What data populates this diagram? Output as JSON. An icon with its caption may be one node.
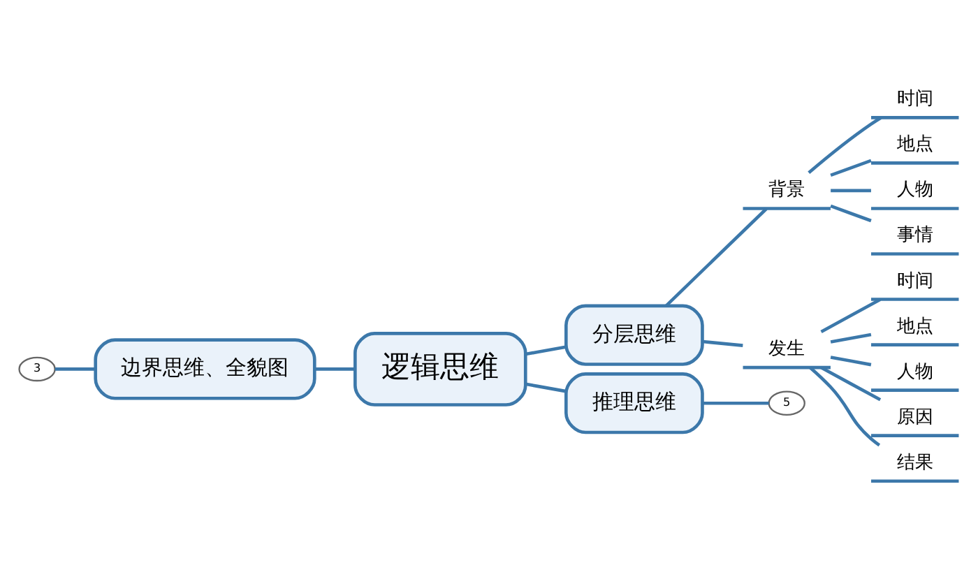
{
  "diagram": {
    "nodes": [
      {
        "text": [
          "3"
        ]
      },
      {
        "text": [
          "边界思维、全貌图"
        ]
      },
      {
        "text": [
          "逻辑思维"
        ]
      },
      {
        "text": [
          "分层思维"
        ]
      },
      {
        "text": [
          "背景"
        ]
      },
      {
        "text": [
          "时间"
        ]
      },
      {
        "text": [
          "地点"
        ]
      },
      {
        "text": [
          "人物"
        ]
      },
      {
        "text": [
          "事情"
        ]
      },
      {
        "text": [
          "发生"
        ]
      },
      {
        "text": [
          "时间"
        ]
      },
      {
        "text": [
          "地点"
        ]
      },
      {
        "text": [
          "人物"
        ]
      },
      {
        "text": [
          "原因"
        ]
      },
      {
        "text": [
          "结果"
        ]
      },
      {
        "text": [
          "推理思维"
        ]
      },
      {
        "text": [
          "5"
        ]
      }
    ],
    "edges": [
      {
        "from": 0,
        "to": 1,
        "arrow": "none"
      },
      {
        "from": 1,
        "to": 2,
        "arrow": "none"
      },
      {
        "from": 2,
        "to": 3,
        "arrow": "none"
      },
      {
        "from": 2,
        "to": 15,
        "arrow": "none"
      },
      {
        "from": 3,
        "to": 4,
        "arrow": "none"
      },
      {
        "from": 3,
        "to": 9,
        "arrow": "none"
      },
      {
        "from": 4,
        "to": 5,
        "arrow": "none"
      },
      {
        "from": 4,
        "to": 6,
        "arrow": "none"
      },
      {
        "from": 4,
        "to": 7,
        "arrow": "none"
      },
      {
        "from": 4,
        "to": 8,
        "arrow": "none"
      },
      {
        "from": 9,
        "to": 10,
        "arrow": "none"
      },
      {
        "from": 9,
        "to": 11,
        "arrow": "none"
      },
      {
        "from": 9,
        "to": 12,
        "arrow": "none"
      },
      {
        "from": 9,
        "to": 13,
        "arrow": "none"
      },
      {
        "from": 9,
        "to": 14,
        "arrow": "none"
      },
      {
        "from": 15,
        "to": 16,
        "arrow": "none"
      }
    ]
  }
}
